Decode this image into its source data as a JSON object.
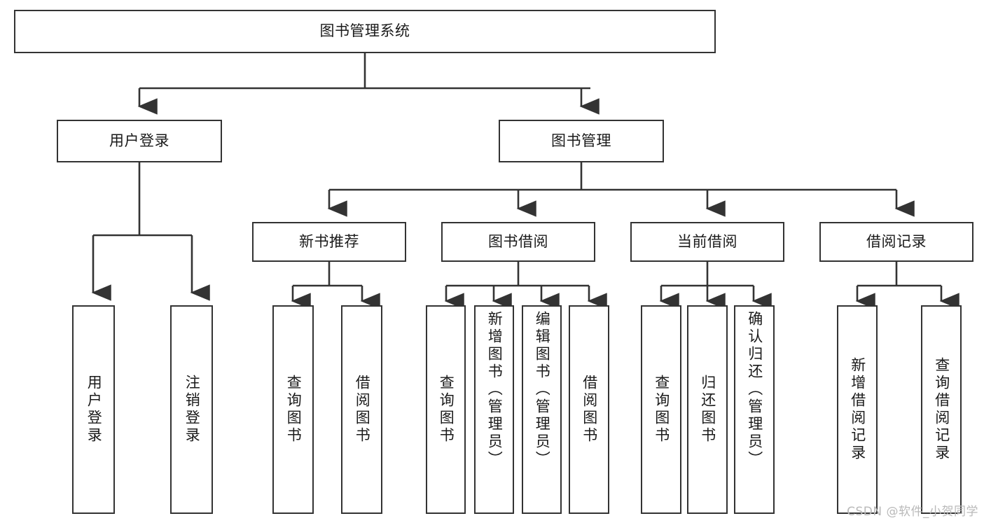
{
  "diagram": {
    "title": "图书管理系统",
    "type": "tree-hierarchy",
    "root": {
      "id": "root",
      "label": "图书管理系统"
    },
    "level2": [
      {
        "id": "user-login",
        "label": "用户登录"
      },
      {
        "id": "book-manage",
        "label": "图书管理"
      }
    ],
    "level3": [
      {
        "id": "new-book-rec",
        "label": "新书推荐",
        "parent": "book-manage"
      },
      {
        "id": "book-borrow",
        "label": "图书借阅",
        "parent": "book-manage"
      },
      {
        "id": "current-borrow",
        "label": "当前借阅",
        "parent": "book-manage"
      },
      {
        "id": "borrow-record",
        "label": "借阅记录",
        "parent": "book-manage"
      }
    ],
    "leaves": [
      {
        "id": "leaf-user-login",
        "label": "用户登录",
        "parent": "user-login"
      },
      {
        "id": "leaf-logout-login",
        "label": "注销登录",
        "parent": "user-login"
      },
      {
        "id": "leaf-query-book-1",
        "label": "查询图书",
        "parent": "new-book-rec"
      },
      {
        "id": "leaf-borrow-book-1",
        "label": "借阅图书",
        "parent": "new-book-rec"
      },
      {
        "id": "leaf-query-book-2",
        "label": "查询图书",
        "parent": "book-borrow"
      },
      {
        "id": "leaf-add-book",
        "label": "新增图书（管理员）",
        "parent": "book-borrow"
      },
      {
        "id": "leaf-edit-book",
        "label": "编辑图书（管理员）",
        "parent": "book-borrow"
      },
      {
        "id": "leaf-borrow-book-2",
        "label": "借阅图书",
        "parent": "book-borrow"
      },
      {
        "id": "leaf-query-book-3",
        "label": "查询图书",
        "parent": "current-borrow"
      },
      {
        "id": "leaf-return-book",
        "label": "归还图书",
        "parent": "current-borrow"
      },
      {
        "id": "leaf-confirm-return",
        "label": "确认归还（管理员）",
        "parent": "current-borrow"
      },
      {
        "id": "leaf-add-record",
        "label": "新增借阅记录",
        "parent": "borrow-record"
      },
      {
        "id": "leaf-query-record",
        "label": "查询借阅记录",
        "parent": "borrow-record"
      }
    ],
    "colors": {
      "stroke": "#333333",
      "fill": "#ffffff",
      "text": "#1a1a1a",
      "watermark": "#b9b9b9"
    }
  },
  "watermark": {
    "text": "CSDN @软件_小贺同学"
  }
}
